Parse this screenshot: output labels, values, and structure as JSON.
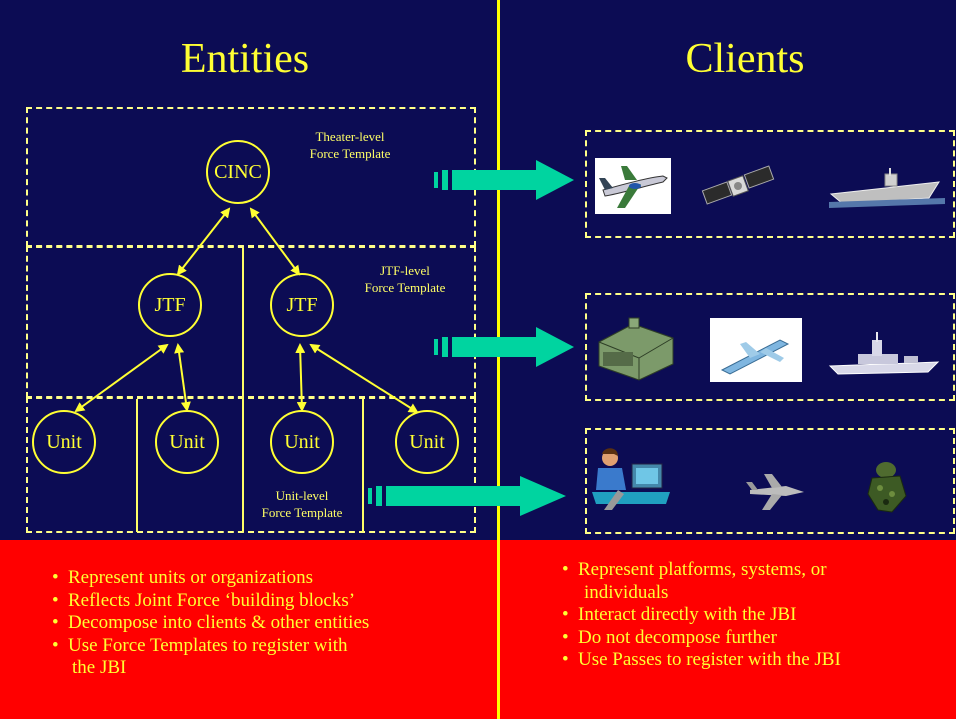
{
  "entities": {
    "title": "Entities",
    "nodes": {
      "cinc": "CINC",
      "jtf_left": "JTF",
      "jtf_right": "JTF",
      "unit_1": "Unit",
      "unit_2": "Unit",
      "unit_3": "Unit",
      "unit_4": "Unit"
    },
    "template_labels": {
      "theater_line1": "Theater-level",
      "theater_line2": "Force Template",
      "jtf_line1": "JTF-level",
      "jtf_line2": "Force Template",
      "unit_line1": "Unit-level",
      "unit_line2": "Force Template"
    },
    "bullets": [
      "Represent units or organizations",
      "Reflects Joint Force ‘building blocks’",
      "Decompose into clients & other entities",
      "Use Force Templates to register with",
      "the JBI"
    ]
  },
  "clients": {
    "title": "Clients",
    "rows": [
      [
        "airliner-icon",
        "satellite-icon",
        "aircraft-carrier-icon"
      ],
      [
        "armored-vehicle-icon",
        "uav-drone-icon",
        "warship-icon"
      ],
      [
        "computer-operator-icon",
        "fighter-jet-icon",
        "soldier-icon"
      ]
    ],
    "bullets": [
      "Represent platforms, systems, or",
      "individuals",
      "Interact directly with the JBI",
      "Do not decompose further",
      "Use Passes to register with the JBI"
    ]
  },
  "bullet_glyph": "•",
  "colors": {
    "background": "#0c0c54",
    "text": "#ffff33",
    "bottom_panel": "#ff0000",
    "arrow": "#00d4a0",
    "divider": "#ffff00"
  }
}
